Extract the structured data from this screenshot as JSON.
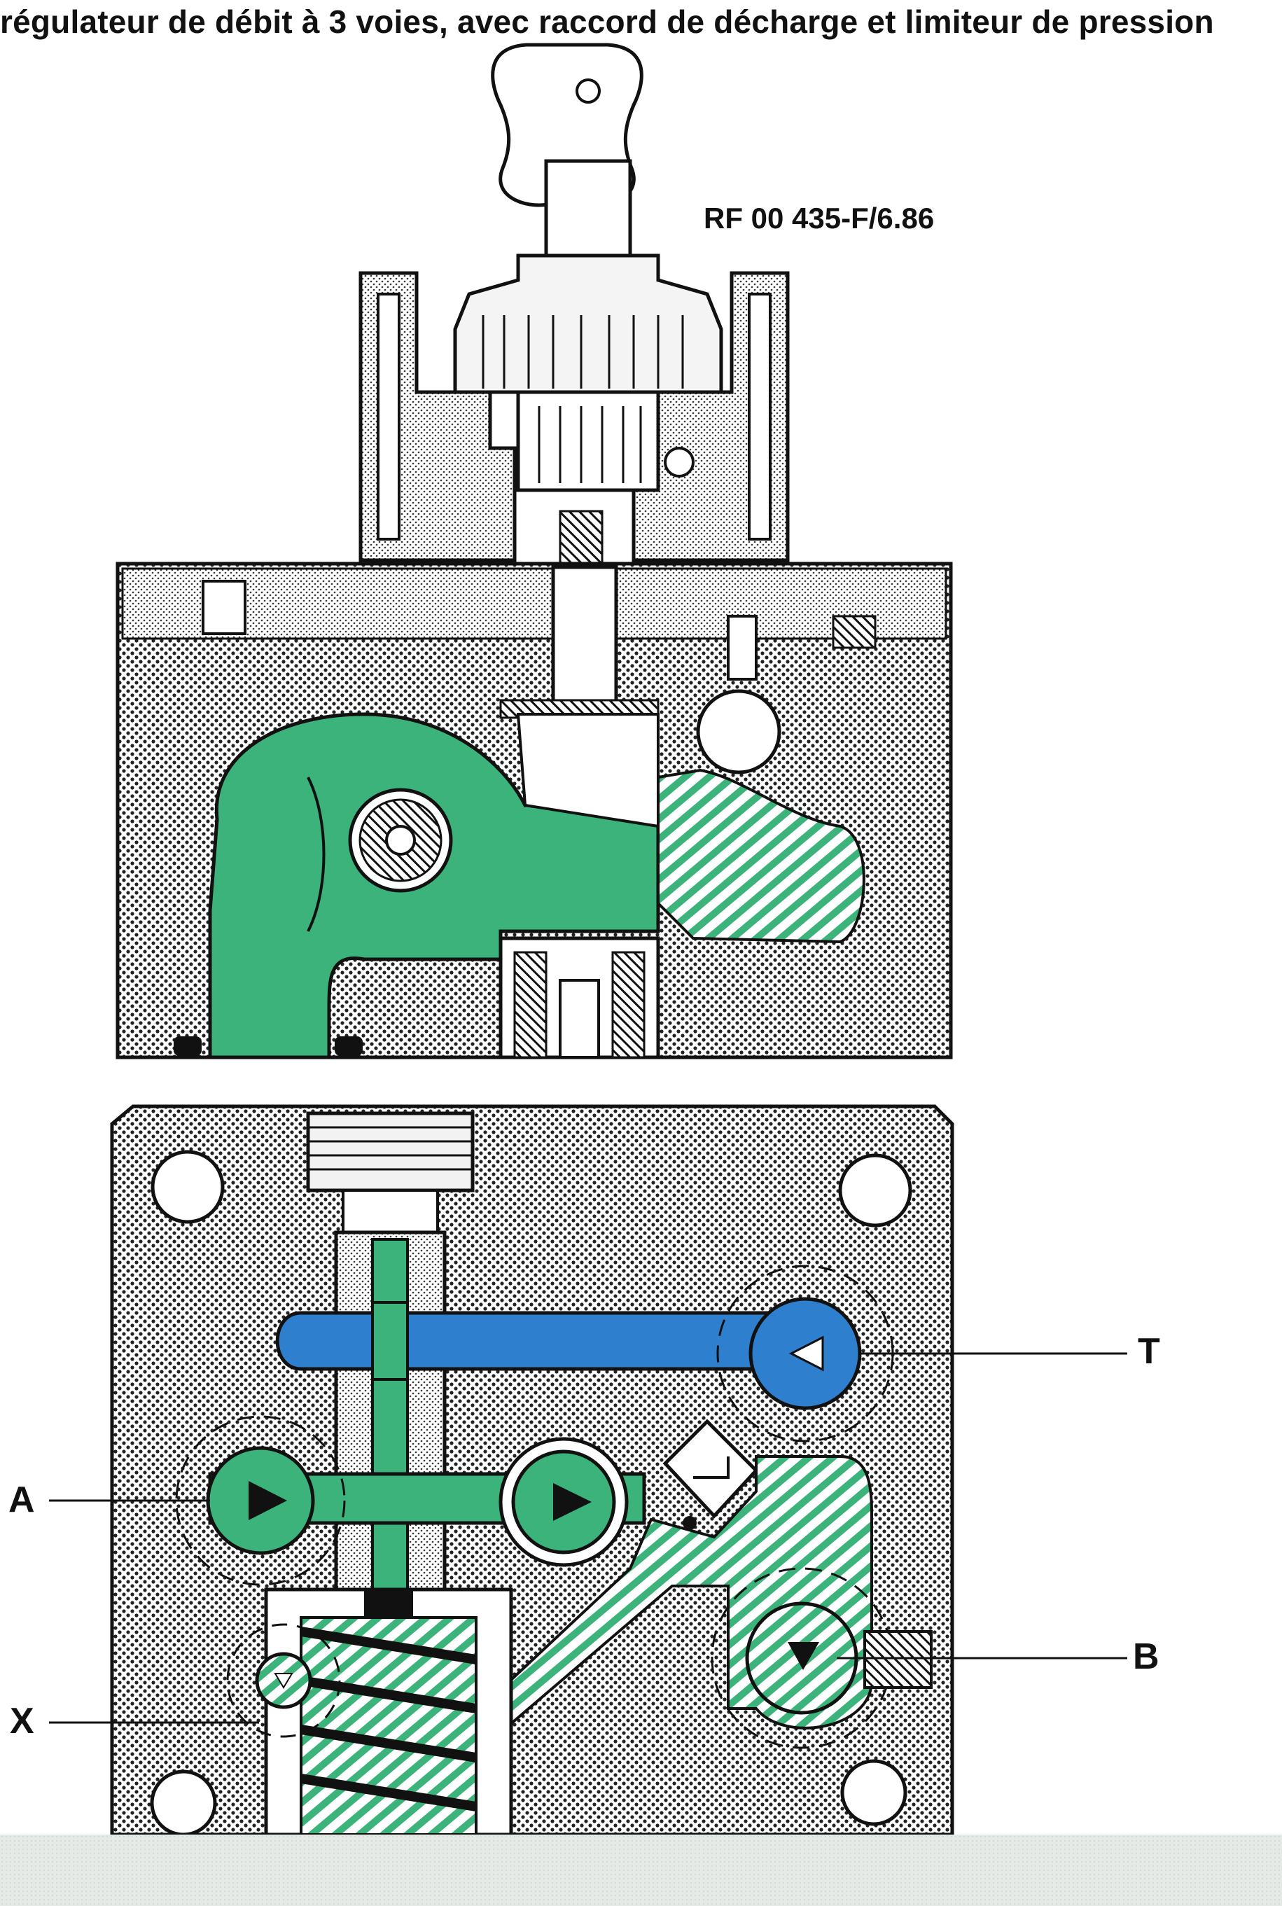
{
  "title": "régulateur de débit à 3 voies, avec raccord de décharge et limiteur de pression",
  "reference": "RF 00 435-F/6.86",
  "ports": {
    "T": "T",
    "A": "A",
    "B": "B",
    "X": "X"
  },
  "colors": {
    "pressure": "#3cb37a",
    "pressure_hatch": "#bfe6cc",
    "tank": "#2f7fcf",
    "body_dots": "#222222",
    "outline": "#111111"
  },
  "icons": {
    "arrow_A": "play-right-icon",
    "arrow_mid": "play-right-icon",
    "arrow_T": "triangle-left-icon",
    "arrow_B": "triangle-down-icon",
    "arrow_X": "triangle-down-icon"
  }
}
